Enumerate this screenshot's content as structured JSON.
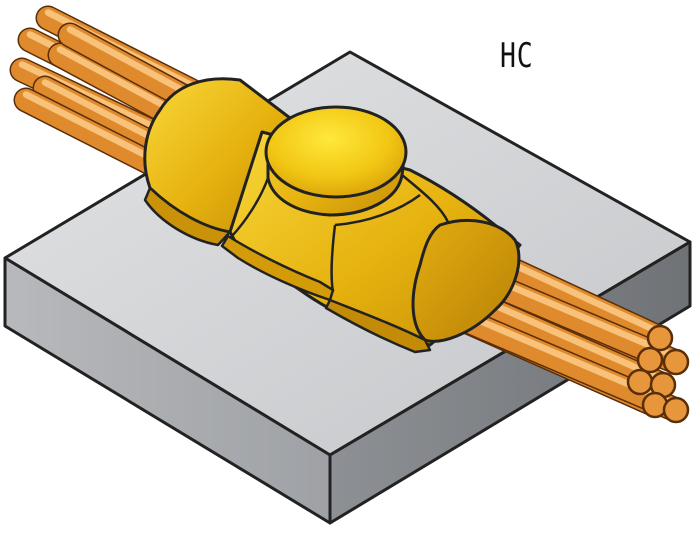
{
  "diagram": {
    "label": "HC",
    "components": [
      "steel-plate",
      "copper-cable",
      "exothermic-weld-connection"
    ]
  },
  "colors": {
    "plate_top": "#d3d4d6",
    "plate_side_front": "#a9abae",
    "plate_side_right": "#7d8085",
    "outline": "#222222",
    "weld_light": "#f7d21a",
    "weld_mid": "#e7b50f",
    "weld_dark": "#c68f09",
    "copper_light": "#f2ad55",
    "copper_mid": "#e08a2c",
    "copper_dark": "#a55a14"
  }
}
